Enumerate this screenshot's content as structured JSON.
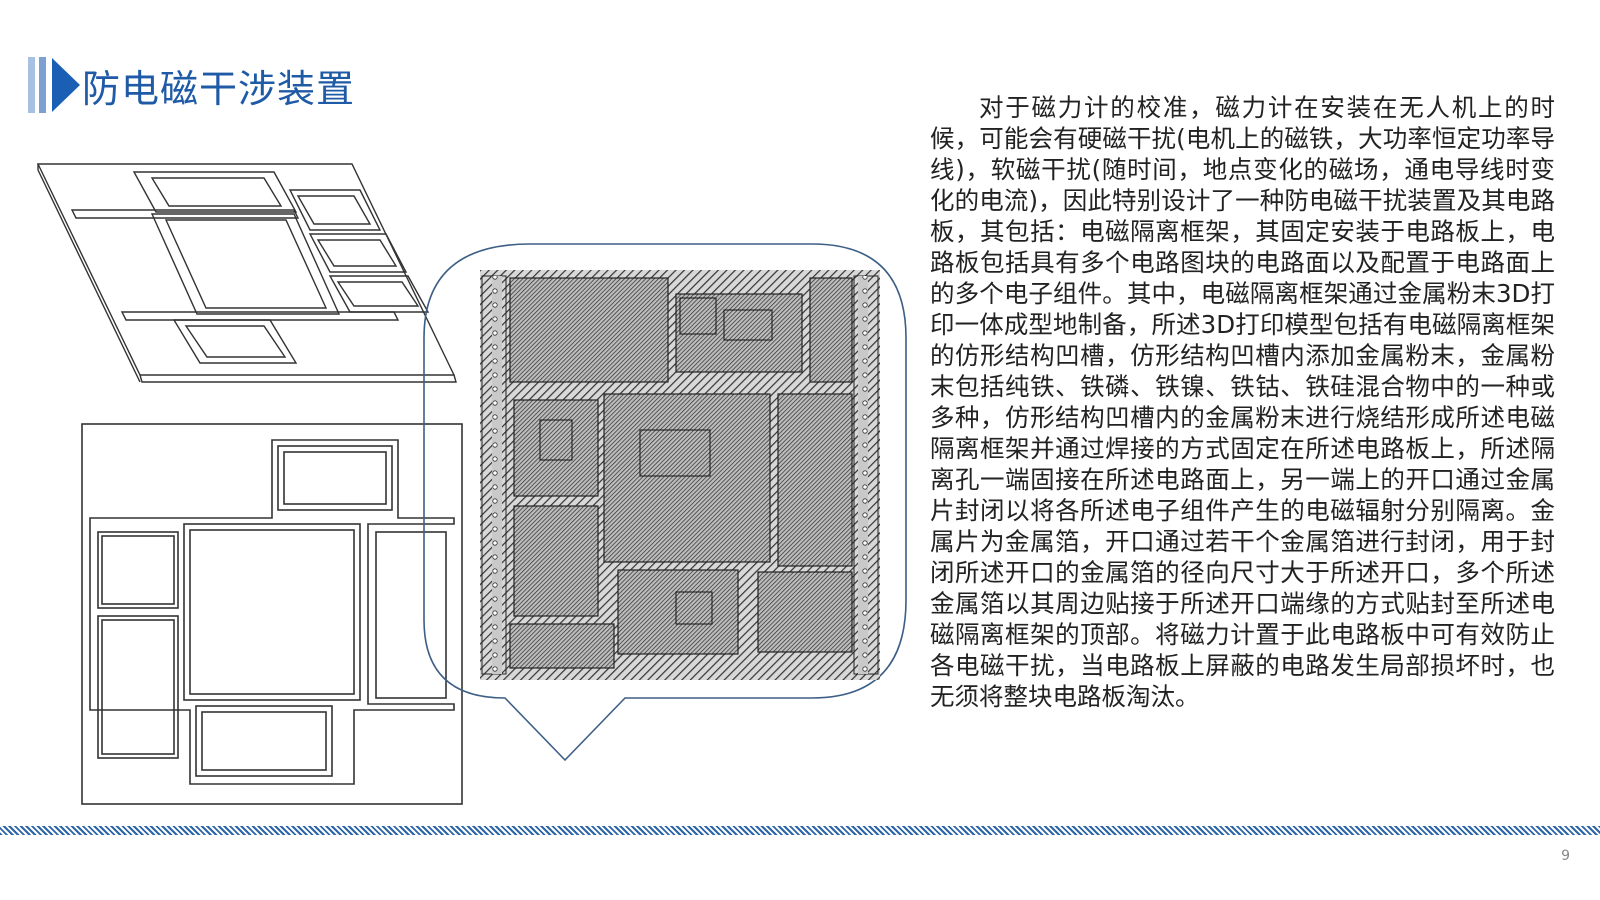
{
  "slide": {
    "title": "防电磁干涉装置",
    "body": "对于磁力计的校准，磁力计在安装在无人机上的时候，可能会有硬磁干扰(电机上的磁铁，大功率恒定功率导线)，软磁干扰(随时间，地点变化的磁场，通电导线时变化的电流)，因此特别设计了一种防电磁干扰装置及其电路板，其包括：电磁隔离框架，其固定安装于电路板上，电路板包括具有多个电路图块的电路面以及配置于电路面上的多个电子组件。其中，电磁隔离框架通过金属粉末3D打印一体成型地制备，所述3D打印模型包括有电磁隔离框架的仿形结构凹槽，仿形结构凹槽内添加金属粉末，金属粉末包括纯铁、铁磷、铁镍、铁钴、铁硅混合物中的一种或多种，仿形结构凹槽内的金属粉末进行烧结形成所述电磁隔离框架并通过焊接的方式固定在所述电路板上，所述隔离孔一端固接在所述电路面上，另一端上的开口通过金属片封闭以将各所述电子组件产生的电磁辐射分别隔离。金属片为金属箔，开口通过若干个金属箔进行封闭，用于封闭所述开口的金属箔的径向尺寸大于所述开口，多个所述金属箔以其周边贴接于所述开口端缘的方式贴封至所述电磁隔离框架的顶部。将磁力计置于此电路板中可有效防止各电磁干扰，当电路板上屏蔽的电路发生局部损坏时，也无须将整块电路板淘汰。",
    "page_number": "9"
  },
  "colors": {
    "title": "#1f5aa6",
    "accent_arrow": "#1a5fb4",
    "bar_light": "#a8c0e2",
    "footer_line": "#2d66a8",
    "callout_border": "#3d5f86"
  },
  "icons": {
    "title_marker": "double-bar-arrow-icon"
  }
}
